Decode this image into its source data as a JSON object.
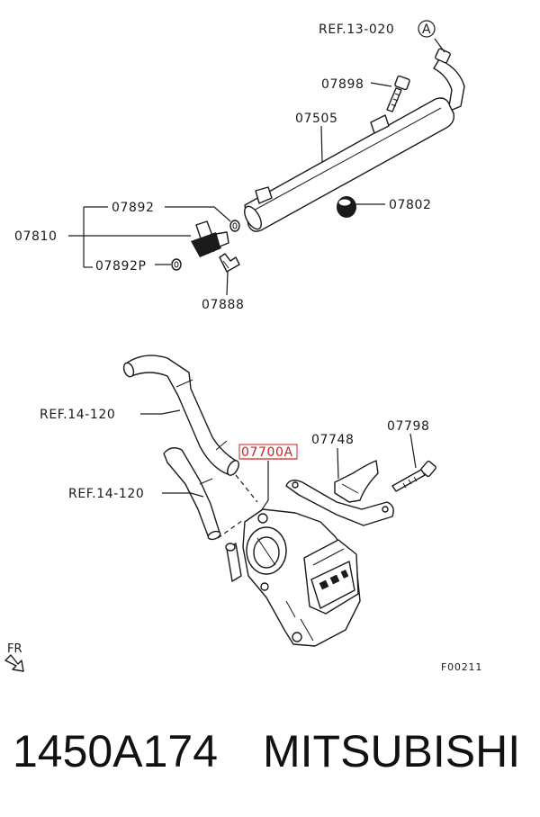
{
  "labels": {
    "ref_13_020": "REF.13-020",
    "ref_circle": "A",
    "p07898": "07898",
    "p07505": "07505",
    "p07892": "07892",
    "p07810": "07810",
    "p07802": "07802",
    "p07892P": "07892P",
    "p07888": "07888",
    "ref_14_120_a": "REF.14-120",
    "ref_14_120_b": "REF.14-120",
    "p07700A": "07700A",
    "p07748": "07748",
    "p07798": "07798",
    "fr": "FR",
    "figure_code": "F00211"
  },
  "colors": {
    "highlight": "#cc2020",
    "ink": "#1a1a1a"
  },
  "footer": {
    "part_number": "1450A174",
    "brand": "MITSUBISHI"
  }
}
